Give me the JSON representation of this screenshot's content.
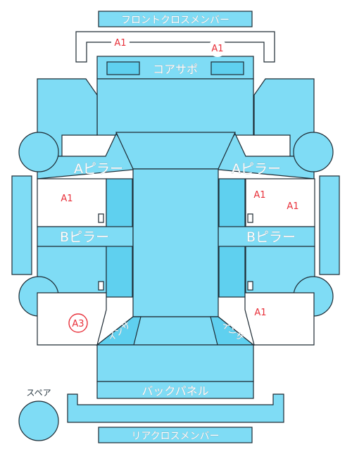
{
  "labels": {
    "front_cross_member": "フロントクロスメンバー",
    "core_support": "コアサポ",
    "a_pillar_left": "Aピラー",
    "a_pillar_right": "Aピラー",
    "b_pillar_left": "Bピラー",
    "b_pillar_right": "Bピラー",
    "back_panel": "バックパネル",
    "rear_cross_member": "リアクロスメンバー",
    "spare": "スペア",
    "inside_left": "インサ",
    "inside_right": "インサ"
  },
  "damage_marks": [
    {
      "id": "front-1",
      "code": "A1"
    },
    {
      "id": "front-2",
      "code": "A1"
    },
    {
      "id": "left-front-door",
      "code": "A1"
    },
    {
      "id": "right-front-door-1",
      "code": "A1"
    },
    {
      "id": "right-front-door-2",
      "code": "A1"
    },
    {
      "id": "left-rear-quarter",
      "code": "A3",
      "circled": true
    },
    {
      "id": "right-rear-quarter",
      "code": "A1"
    }
  ],
  "colors": {
    "part_fill": "#7fdcf5",
    "part_fill_dark": "#5fd0ef",
    "outline": "#1d2a33",
    "damage": "#e8303a"
  }
}
